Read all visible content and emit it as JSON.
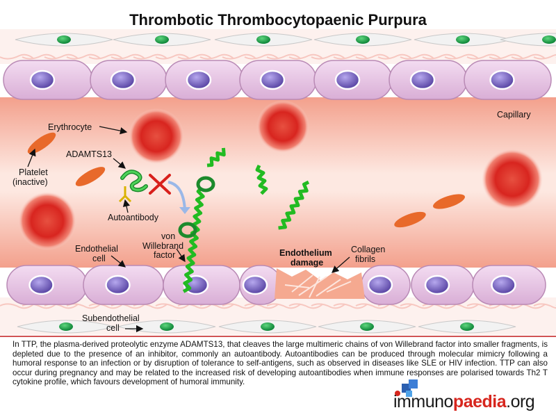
{
  "title": "Thrombotic Thrombocytopaenic Purpura",
  "labels": {
    "capillary": "Capillary",
    "erythrocyte": "Erythrocyte",
    "adamts13": "ADAMTS13",
    "platelet_line1": "Platelet",
    "platelet_line2": "(inactive)",
    "autoantibody": "Autoantibody",
    "vwf_line1": "von",
    "vwf_line2": "Willebrand",
    "vwf_line3": "factor",
    "endothelial_line1": "Endothelial",
    "endothelial_line2": "cell",
    "endothelium_damage_line1": "Endothelium",
    "endothelium_damage_line2": "damage",
    "collagen_line1": "Collagen",
    "collagen_line2": "fibrils",
    "subendothelial_line1": "Subendothelial",
    "subendothelial_line2": "cell"
  },
  "caption": "In TTP, the plasma-derived proteolytic enzyme ADAMTS13, that cleaves the large multimeric chains of von Willebrand factor into smaller fragments, is depleted due to the presence of an inhibitor, commonly an autoantibody. Autoantibodies can be produced through molecular mimicry following a humoral response to an infection or by disruption of tolerance to self-antigens, such as observed in diseases like SLE or HIV infection. TTP can also occur during pregnancy and may be related to the increased risk of developing autoantibodies when immune responses are polarised towards Th2 T cytokine profile, which favours development of humoral immunity.",
  "logo": {
    "part1": "immuno",
    "part2": "paedia",
    "part3": ".org"
  },
  "colors": {
    "lumen": "#f6b3a0",
    "lumen_center": "#fde9e2",
    "endothelial_cell": "#e7c4e4",
    "nucleus": "#7e6bc4",
    "erythrocyte": "#d8251f",
    "platelet": "#e8692a",
    "vwf": "#22bb22",
    "block_cross": "#d8201c"
  }
}
